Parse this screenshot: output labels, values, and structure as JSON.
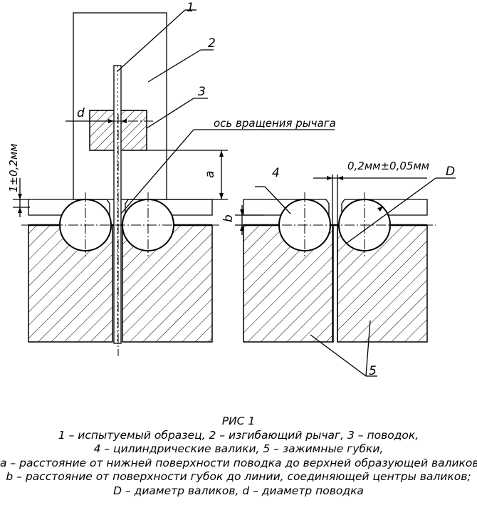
{
  "callouts": {
    "n1": "1",
    "n2": "2",
    "n3": "3",
    "n4": "4",
    "n5": "5",
    "axis_label": "ось вращения рычага",
    "d_label": "d",
    "a_label": "a",
    "b_label": "b",
    "D_label": "D",
    "tol_vertical": "1±0,2мм",
    "tol_gap": "0,2мм±0,05мм"
  },
  "caption": {
    "title": "РИС 1",
    "line1": "1 – испытуемый образец,    2 – изгибающий рычаг, 3 – поводок,",
    "line2": "4 – цилиндрические валики, 5 – зажимные губки,",
    "line3": "a – расстояние от нижней поверхности поводка до верхней образующей валиков,",
    "line4": "b – расстояние от поверхности губок до линии, соединяющей центры валиков;",
    "line5": "D – диаметр валиков, d – диаметр поводка"
  }
}
